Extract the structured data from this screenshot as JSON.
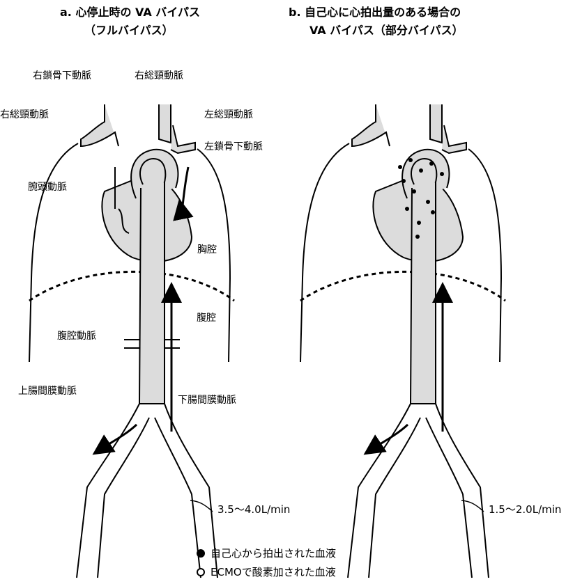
{
  "panel_a": {
    "title_line1": "a.  心停止時の VA バイパス",
    "title_line2": "（フルバイパス）",
    "labels": {
      "right_subclavian_top": "右鎖骨下動脈",
      "right_common_carotid_top": "右総頸動脈",
      "right_common_carotid_left": "右総頸動脈",
      "left_common_carotid": "左総頸動脈",
      "left_subclavian": "左鎖骨下動脈",
      "brachiocephalic": "腕頭動脈",
      "thoracic_cavity": "胸腔",
      "abdominal_cavity": "腹腔",
      "celiac_artery": "腹腔動脈",
      "superior_mesenteric": "上腸間膜動脈",
      "inferior_mesenteric": "下腸間膜動脈"
    },
    "flow_rate": "3.5～4.0L/min"
  },
  "panel_b": {
    "title_line1": "b.  自己心に心拍出量のある場合の",
    "title_line2": "VA バイパス（部分バイパス）",
    "flow_rate": "1.5～2.0L/min"
  },
  "legend": {
    "filled": "自己心から拍出された血液",
    "open": "ECMOで酸素加された血液"
  },
  "colors": {
    "vessel_fill": "#dcdcdc",
    "stroke": "#000000",
    "background": "#ffffff"
  }
}
